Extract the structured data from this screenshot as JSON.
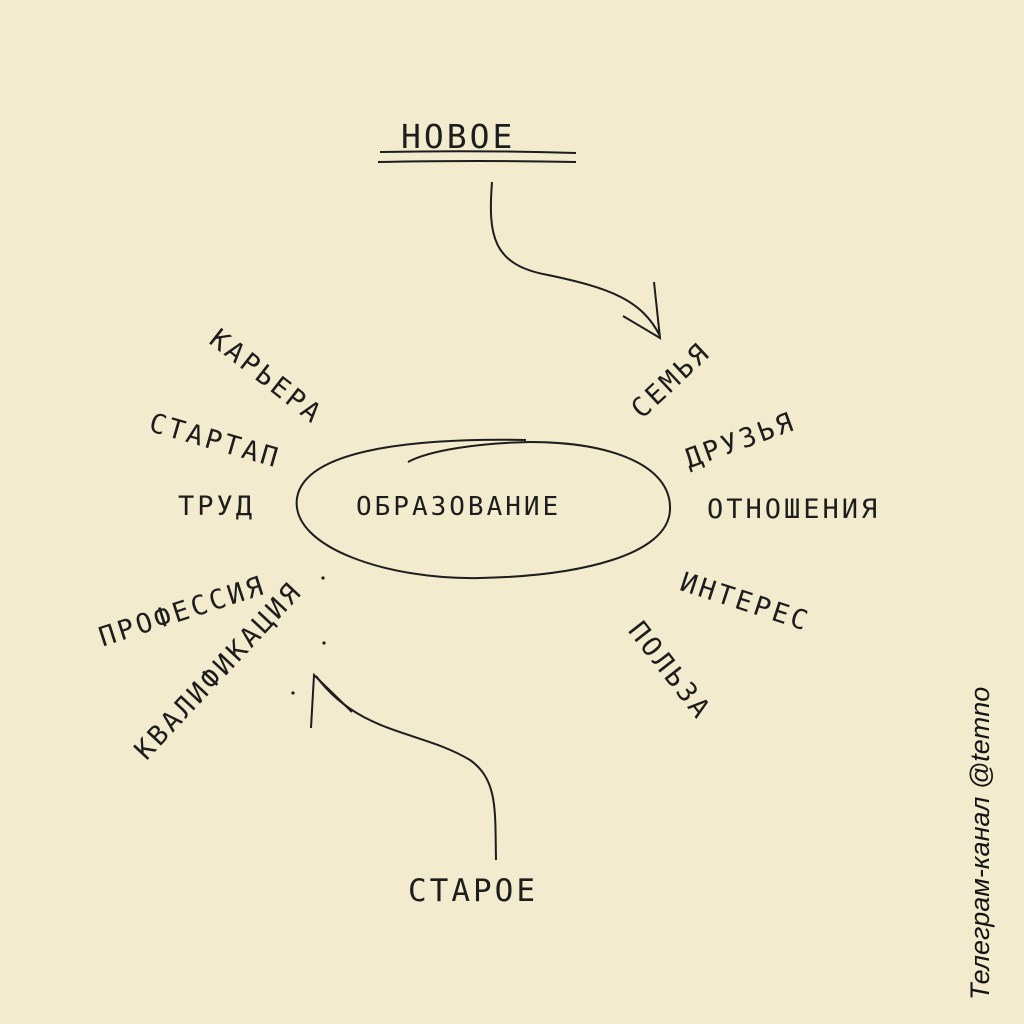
{
  "title": "НОВОЕ",
  "center": "ОБРАЗОВАНИЕ",
  "bottom_label": "СТАРОЕ",
  "left_terms": [
    "КАРЬЕРА",
    "СТАРТАП",
    "ТРУД",
    "ПРОФЕССИЯ",
    "КВАЛИФИКАЦИЯ"
  ],
  "right_terms": [
    "СЕМЬЯ",
    "ДРУЗЬЯ",
    "ОТНОШЕНИЯ",
    "ИНТЕРЕС",
    "ПОЛЬЗА"
  ],
  "credit": "Телеграм-канал @temno",
  "colors": {
    "paper": "#f2ebcd",
    "ink": "#1d1d1d"
  }
}
